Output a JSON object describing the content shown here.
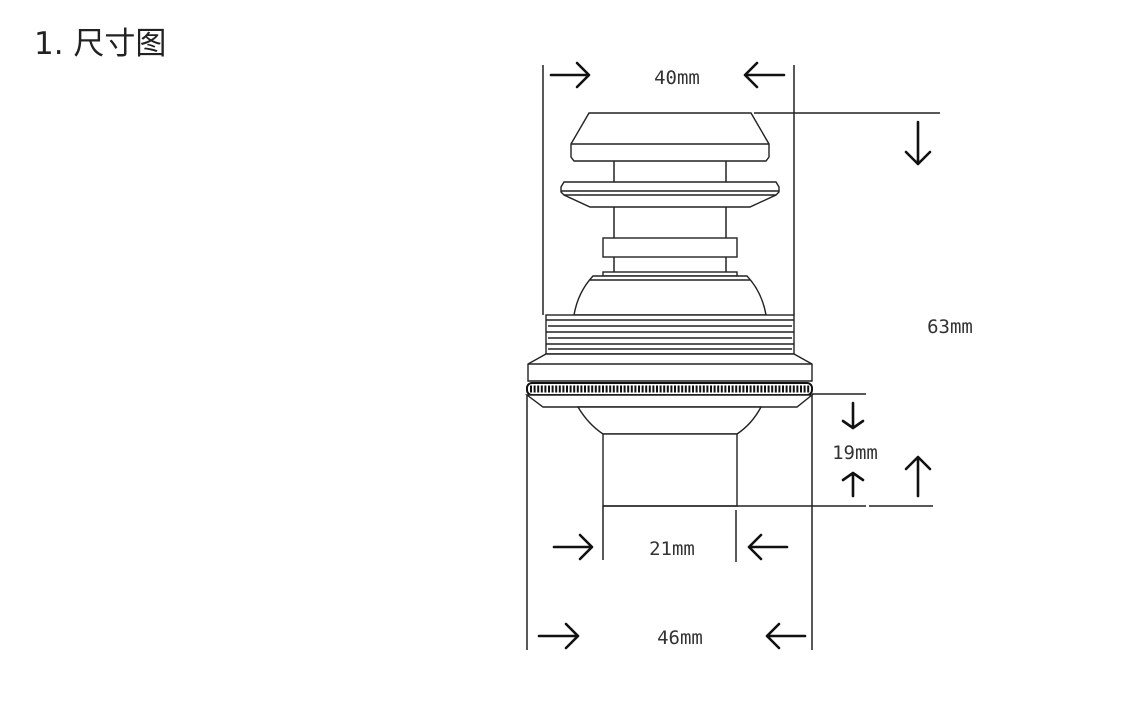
{
  "title": "1. 尺寸图",
  "dimensions": {
    "top_width": "40mm",
    "total_height": "63mm",
    "tail_height": "19mm",
    "tail_width": "21mm",
    "flange_width": "46mm"
  }
}
